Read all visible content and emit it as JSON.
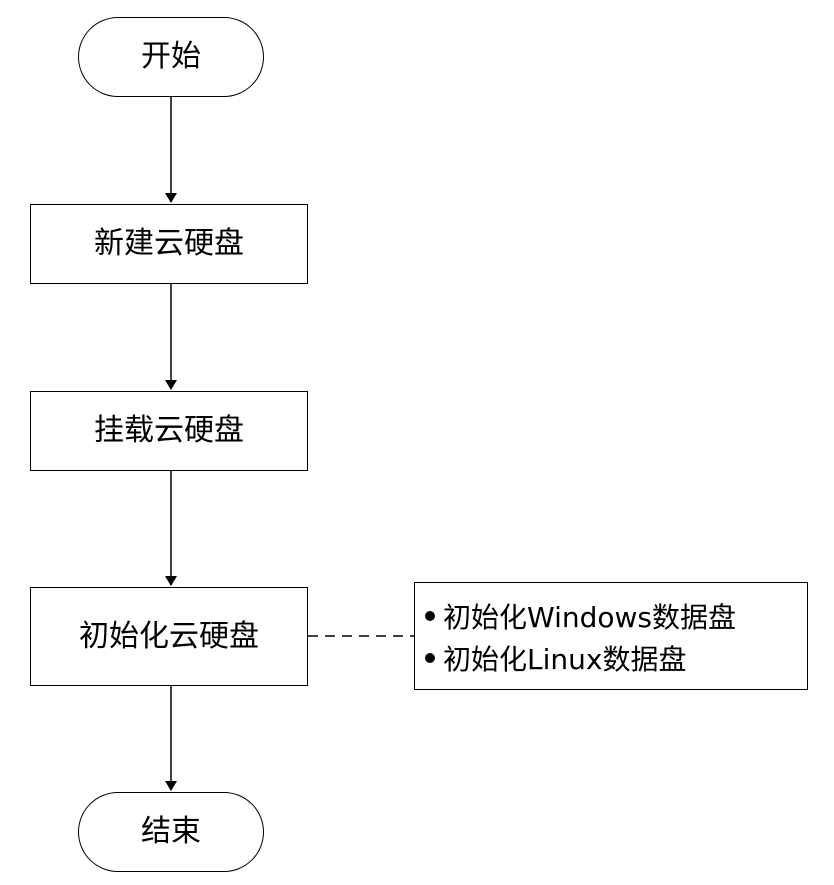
{
  "flowchart": {
    "start": "开始",
    "steps": [
      "新建云硬盘",
      "挂载云硬盘",
      "初始化云硬盘"
    ],
    "end": "结束",
    "note": {
      "items": [
        "初始化Windows数据盘",
        "初始化Linux数据盘"
      ]
    }
  }
}
